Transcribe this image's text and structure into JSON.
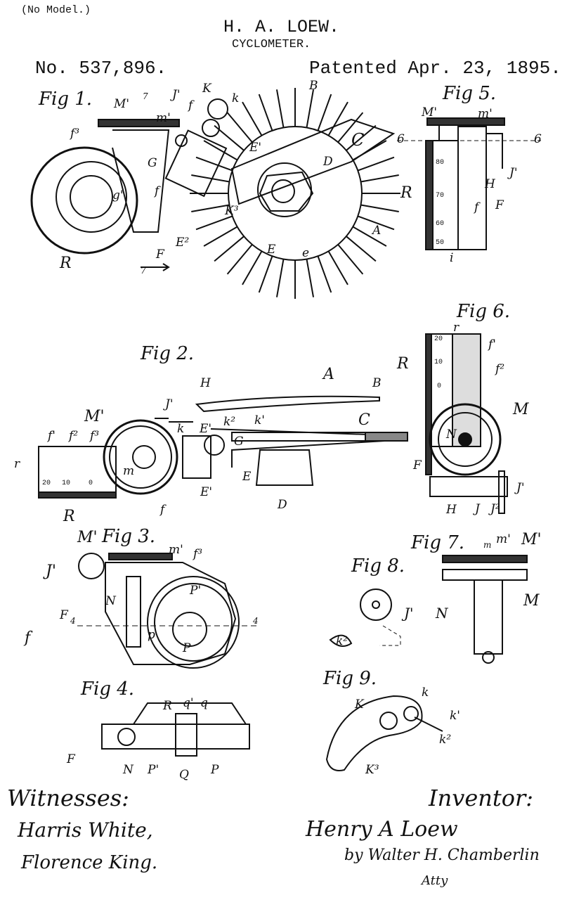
{
  "header": {
    "no_model": "(No Model.)",
    "inventor_name": "H. A. LOEW.",
    "title": "CYCLOMETER.",
    "patent_number": "No. 537,896.",
    "patent_date": "Patented Apr. 23, 1895."
  },
  "figures": [
    {
      "label": "Fig 1."
    },
    {
      "label": "Fig 2."
    },
    {
      "label": "Fig 3."
    },
    {
      "label": "Fig 4."
    },
    {
      "label": "Fig 5."
    },
    {
      "label": "Fig 6."
    },
    {
      "label": "Fig 7."
    },
    {
      "label": "Fig 8."
    },
    {
      "label": "Fig 9."
    }
  ],
  "reference_letters": {
    "fig1": [
      "M'",
      "J'",
      "f",
      "K",
      "k",
      "B",
      "f³",
      "m'",
      "E'",
      "C",
      "G",
      "D",
      "f",
      "g'",
      "K³",
      "E²",
      "E",
      "e",
      "A",
      "R",
      "F",
      "7",
      "7"
    ],
    "fig2": [
      "H",
      "A",
      "B",
      "M'",
      "J'",
      "k",
      "E'",
      "k²",
      "k'",
      "C",
      "f'",
      "f²",
      "f³",
      "G",
      "r",
      "m",
      "E",
      "E'",
      "D",
      "R",
      "f"
    ],
    "fig3": [
      "M'",
      "m'",
      "f³",
      "J'",
      "N",
      "P'",
      "F",
      "f",
      "p",
      "P",
      "4",
      "4"
    ],
    "fig4": [
      "R",
      "q'",
      "q",
      "F",
      "N",
      "P'",
      "Q",
      "P"
    ],
    "fig5": [
      "M'",
      "m'",
      "6",
      "6",
      "R",
      "H",
      "J'",
      "f",
      "F",
      "i"
    ],
    "fig6": [
      "r",
      "f'",
      "R",
      "f²",
      "M",
      "N",
      "F",
      "J'",
      "H",
      "J",
      "J²"
    ],
    "fig7": [
      "m",
      "m'",
      "M'",
      "N",
      "M"
    ],
    "fig8": [
      "J'",
      "k²"
    ],
    "fig9": [
      "K",
      "k",
      "k'",
      "k²",
      "K³"
    ]
  },
  "scales": {
    "fig5": [
      "80",
      "70",
      "60",
      "50"
    ],
    "fig6": [
      "20",
      "10",
      "0"
    ],
    "fig2": [
      "20",
      "10",
      "0"
    ]
  },
  "signatures": {
    "witnesses_label": "Witnesses:",
    "witness_1": "Harris White,",
    "witness_2": "Florence King.",
    "inventor_label": "Inventor:",
    "inventor": "Henry A Loew",
    "attorney": "by Walter H. Chamberlin",
    "attorney_suffix": "Atty"
  }
}
